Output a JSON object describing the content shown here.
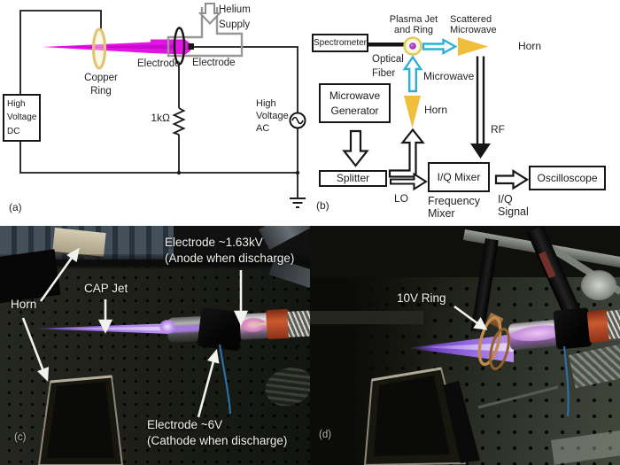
{
  "figure": {
    "panel_a_label": "(a)",
    "panel_b_label": "(b)",
    "panel_c_label": "(c)",
    "panel_d_label": "(d)"
  },
  "panel_a": {
    "hv_dc_lines": [
      "High",
      "Voltage",
      "DC"
    ],
    "copper_ring_lines": [
      "Copper",
      "Ring"
    ],
    "electrode_left": "Electrode",
    "electrode_right": "Electrode",
    "helium_lines": [
      "Helium",
      "Supply"
    ],
    "resistor_value": "1kΩ",
    "hv_ac_lines": [
      "High",
      "Voltage",
      "AC"
    ]
  },
  "panel_b": {
    "spectrometer": "Spectrometer",
    "plasma_jet_ring_lines": [
      "Plasma Jet",
      "and Ring"
    ],
    "scattered_microwave_lines": [
      "Scattered",
      "Microwave"
    ],
    "horn_scattered": "Horn",
    "optical_fiber_lines": [
      "Optical",
      "Fiber"
    ],
    "microwave_arrow_label": "Microwave",
    "horn_transmit": "Horn",
    "microwave_generator_lines": [
      "Microwave",
      "Generator"
    ],
    "splitter": "Splitter",
    "lo_label": "LO",
    "iq_mixer": "I/Q Mixer",
    "frequency_mixer_lines": [
      "Frequency",
      "Mixer"
    ],
    "rf_label": "RF",
    "iq_signal_lines": [
      "I/Q",
      "Signal"
    ],
    "oscilloscope": "Oscilloscope"
  },
  "panel_c": {
    "electrode_anode_lines": [
      "Electrode ~1.63kV",
      "(Anode when discharge)"
    ],
    "cap_jet": "CAP Jet",
    "horn": "Horn",
    "electrode_cathode_lines": [
      "Electrode ~6V",
      "(Cathode when discharge)"
    ]
  },
  "panel_d": {
    "ring_label": "10V Ring"
  },
  "colors": {
    "jet_magenta": "#E214E2",
    "horn_yellow": "#EFBE3C",
    "microwave_cyan": "#2FAFD6",
    "copper": "#C08A50",
    "plasma_purple": "#9B6EE8"
  }
}
